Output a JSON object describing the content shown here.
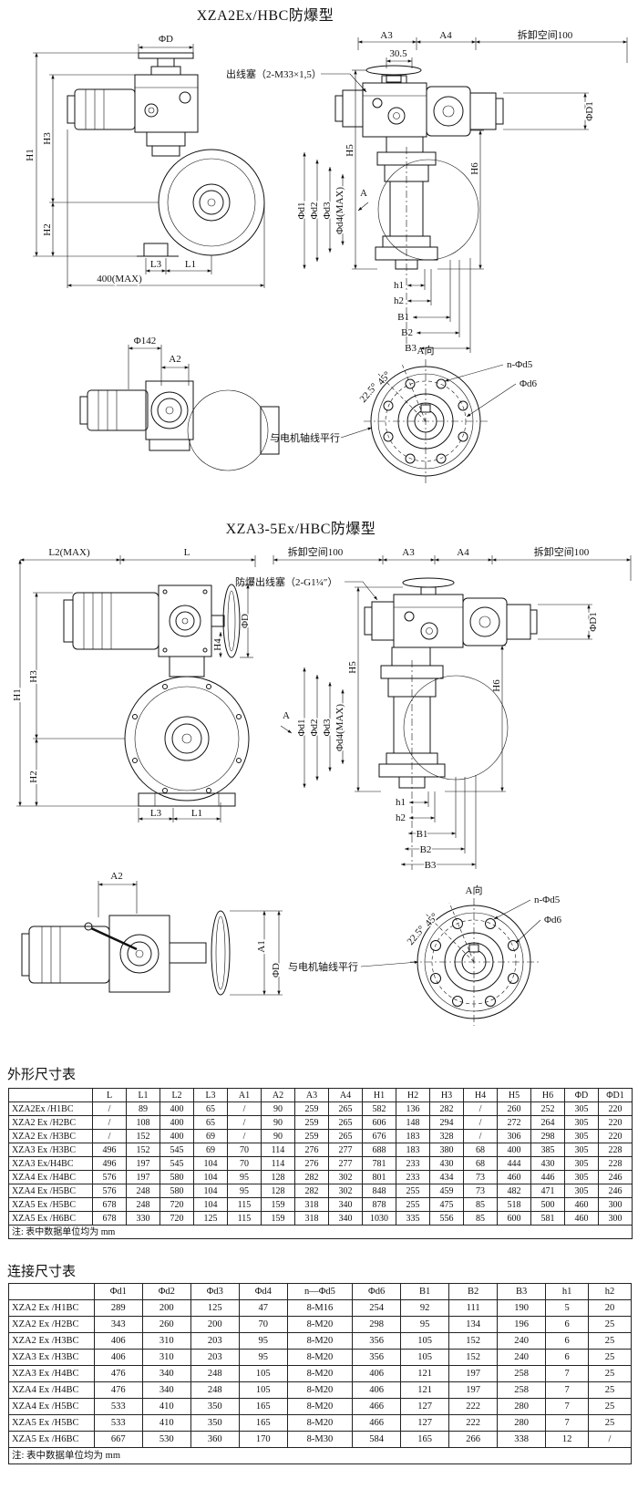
{
  "titles": {
    "section1": "XZA2Ex/HBC防爆型",
    "section2": "XZA3-5Ex/HBC防爆型"
  },
  "dims": {
    "L": "L",
    "L1": "L1",
    "L2max": "L2(MAX)",
    "L3": "L3",
    "A": "A",
    "A1": "A1",
    "A2": "A2",
    "A3": "A3",
    "A4": "A4",
    "H1": "H1",
    "H2": "H2",
    "H3": "H3",
    "H4": "H4",
    "H5": "H5",
    "H6": "H6",
    "h1": "h1",
    "h2": "h2",
    "B1": "B1",
    "B2": "B2",
    "B3": "B3",
    "phiD": "ΦD",
    "phiD1": "ΦD1",
    "phid1": "Φd1",
    "phid2": "Φd2",
    "phid3": "Φd3",
    "phid4max": "Φd4(MAX)",
    "nphid5": "n-Φd5",
    "phid6": "Φd6",
    "phi142": "Φ142",
    "deg225": "22.5°",
    "deg45": "45°",
    "max400": "400(MAX)",
    "v305": "30.5",
    "aview": "A向",
    "parallel": "与电机轴线平行",
    "space": "拆卸空间100",
    "gland1": "出线塞（2-M33×1,5）",
    "gland2": "防爆出线塞（2-G1¼″）"
  },
  "outline_table": {
    "title": "外形尺寸表",
    "headers": [
      "L",
      "L1",
      "L2",
      "L3",
      "A1",
      "A2",
      "A3",
      "A4",
      "H1",
      "H2",
      "H3",
      "H4",
      "H5",
      "H6",
      "ΦD",
      "ΦD1"
    ],
    "rows": [
      {
        "model": "XZA2Ex /H1BC",
        "values": [
          "/",
          "89",
          "400",
          "65",
          "/",
          "90",
          "259",
          "265",
          "582",
          "136",
          "282",
          "/",
          "260",
          "252",
          "305",
          "220"
        ]
      },
      {
        "model": "XZA2 Ex /H2BC",
        "values": [
          "/",
          "108",
          "400",
          "65",
          "/",
          "90",
          "259",
          "265",
          "606",
          "148",
          "294",
          "/",
          "272",
          "264",
          "305",
          "220"
        ]
      },
      {
        "model": "XZA2 Ex /H3BC",
        "values": [
          "/",
          "152",
          "400",
          "69",
          "/",
          "90",
          "259",
          "265",
          "676",
          "183",
          "328",
          "/",
          "306",
          "298",
          "305",
          "220"
        ]
      },
      {
        "model": "XZA3 Ex /H3BC",
        "values": [
          "496",
          "152",
          "545",
          "69",
          "70",
          "114",
          "276",
          "277",
          "688",
          "183",
          "380",
          "68",
          "400",
          "385",
          "305",
          "228"
        ]
      },
      {
        "model": "XZA3 Ex/H4BC",
        "values": [
          "496",
          "197",
          "545",
          "104",
          "70",
          "114",
          "276",
          "277",
          "781",
          "233",
          "430",
          "68",
          "444",
          "430",
          "305",
          "228"
        ]
      },
      {
        "model": "XZA4 Ex /H4BC",
        "values": [
          "576",
          "197",
          "580",
          "104",
          "95",
          "128",
          "282",
          "302",
          "801",
          "233",
          "434",
          "73",
          "460",
          "446",
          "305",
          "246"
        ]
      },
      {
        "model": "XZA4 Ex /H5BC",
        "values": [
          "576",
          "248",
          "580",
          "104",
          "95",
          "128",
          "282",
          "302",
          "848",
          "255",
          "459",
          "73",
          "482",
          "471",
          "305",
          "246"
        ]
      },
      {
        "model": "XZA5 Ex /H5BC",
        "values": [
          "678",
          "248",
          "720",
          "104",
          "115",
          "159",
          "318",
          "340",
          "878",
          "255",
          "475",
          "85",
          "518",
          "500",
          "460",
          "300"
        ]
      },
      {
        "model": "XZA5 Ex /H6BC",
        "values": [
          "678",
          "330",
          "720",
          "125",
          "115",
          "159",
          "318",
          "340",
          "1030",
          "335",
          "556",
          "85",
          "600",
          "581",
          "460",
          "300"
        ]
      }
    ],
    "note": "注: 表中数据单位均为 mm"
  },
  "connection_table": {
    "title": "连接尺寸表",
    "headers": [
      "Φd1",
      "Φd2",
      "Φd3",
      "Φd4",
      "n—Φd5",
      "Φd6",
      "B1",
      "B2",
      "B3",
      "h1",
      "h2"
    ],
    "rows": [
      {
        "model": "XZA2 Ex /H1BC",
        "values": [
          "289",
          "200",
          "125",
          "47",
          "8-M16",
          "254",
          "92",
          "111",
          "190",
          "5",
          "20"
        ]
      },
      {
        "model": "XZA2 Ex /H2BC",
        "values": [
          "343",
          "260",
          "200",
          "70",
          "8-M20",
          "298",
          "95",
          "134",
          "196",
          "6",
          "25"
        ]
      },
      {
        "model": "XZA2 Ex /H3BC",
        "values": [
          "406",
          "310",
          "203",
          "95",
          "8-M20",
          "356",
          "105",
          "152",
          "240",
          "6",
          "25"
        ]
      },
      {
        "model": "XZA3 Ex /H3BC",
        "values": [
          "406",
          "310",
          "203",
          "95",
          "8-M20",
          "356",
          "105",
          "152",
          "240",
          "6",
          "25"
        ]
      },
      {
        "model": "XZA3 Ex /H4BC",
        "values": [
          "476",
          "340",
          "248",
          "105",
          "8-M20",
          "406",
          "121",
          "197",
          "258",
          "7",
          "25"
        ]
      },
      {
        "model": "XZA4 Ex /H4BC",
        "values": [
          "476",
          "340",
          "248",
          "105",
          "8-M20",
          "406",
          "121",
          "197",
          "258",
          "7",
          "25"
        ]
      },
      {
        "model": "XZA4 Ex /H5BC",
        "values": [
          "533",
          "410",
          "350",
          "165",
          "8-M20",
          "466",
          "127",
          "222",
          "280",
          "7",
          "25"
        ]
      },
      {
        "model": "XZA5 Ex /H5BC",
        "values": [
          "533",
          "410",
          "350",
          "165",
          "8-M20",
          "466",
          "127",
          "222",
          "280",
          "7",
          "25"
        ]
      },
      {
        "model": "XZA5 Ex /H6BC",
        "values": [
          "667",
          "530",
          "360",
          "170",
          "8-M30",
          "584",
          "165",
          "266",
          "338",
          "12",
          "/"
        ]
      }
    ],
    "note": "注: 表中数据单位均为 mm"
  }
}
